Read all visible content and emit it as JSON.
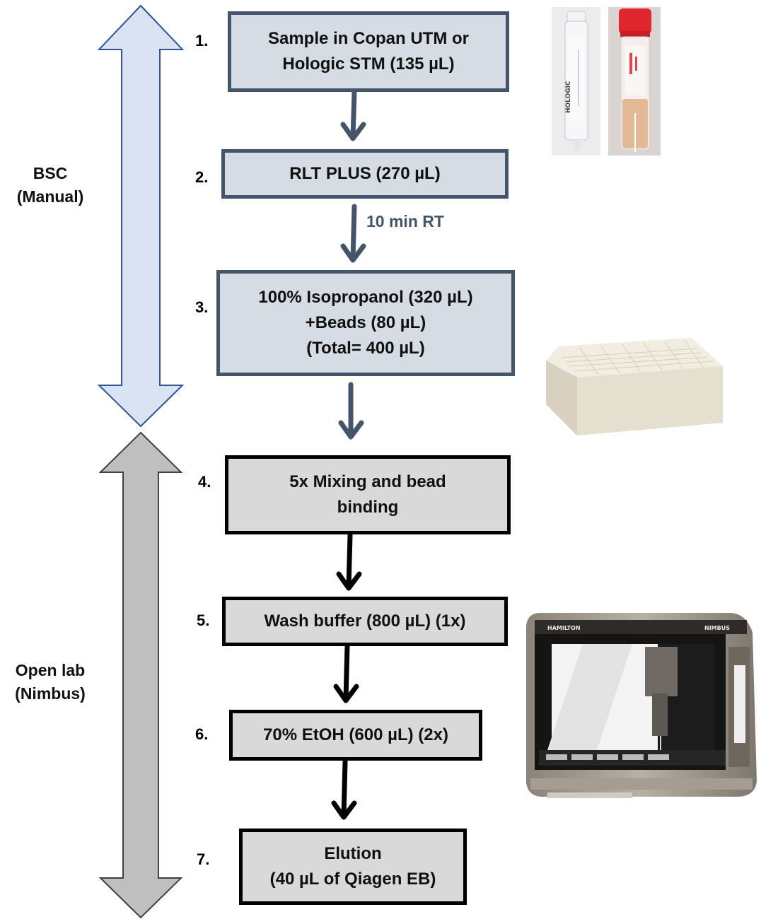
{
  "phases": [
    {
      "label": "BSC",
      "sublabel": "(Manual)",
      "arrow_fill": "#dae3f3",
      "arrow_stroke": "#2f5597"
    },
    {
      "label": "Open lab",
      "sublabel": "(Nimbus)",
      "arrow_fill": "#bfbfbf",
      "arrow_stroke": "#404040"
    }
  ],
  "steps": [
    {
      "num": "1.",
      "lines": [
        "Sample in Copan UTM or",
        "Hologic STM (135 µL)"
      ]
    },
    {
      "num": "2.",
      "lines": [
        "RLT PLUS (270 µL)"
      ]
    },
    {
      "num": "3.",
      "lines": [
        "100% Isopropanol (320 µL)",
        "+Beads (80 µL)",
        "(Total= 400 µL)"
      ]
    },
    {
      "num": "4.",
      "lines": [
        "5x Mixing and bead",
        "binding"
      ]
    },
    {
      "num": "5.",
      "lines": [
        "Wash buffer (800 µL) (1x)"
      ]
    },
    {
      "num": "6.",
      "lines": [
        "70% EtOH (600 µL) (2x)"
      ]
    },
    {
      "num": "7.",
      "lines": [
        "Elution",
        "(40 µL of Qiagen EB)"
      ]
    }
  ],
  "arrow_note": "10 min RT",
  "images": {
    "tube_left_label": "HOLOGIC",
    "instrument_brand": "HAMILTON",
    "instrument_model": "NIMBUS"
  },
  "colors": {
    "bsc_box_fill": "#d6dce4",
    "bsc_box_border": "#44546a",
    "open_box_fill": "#d9d9d9",
    "open_box_border": "#000000",
    "bsc_arrow_color": "#44546a",
    "open_arrow_color": "#000000"
  }
}
